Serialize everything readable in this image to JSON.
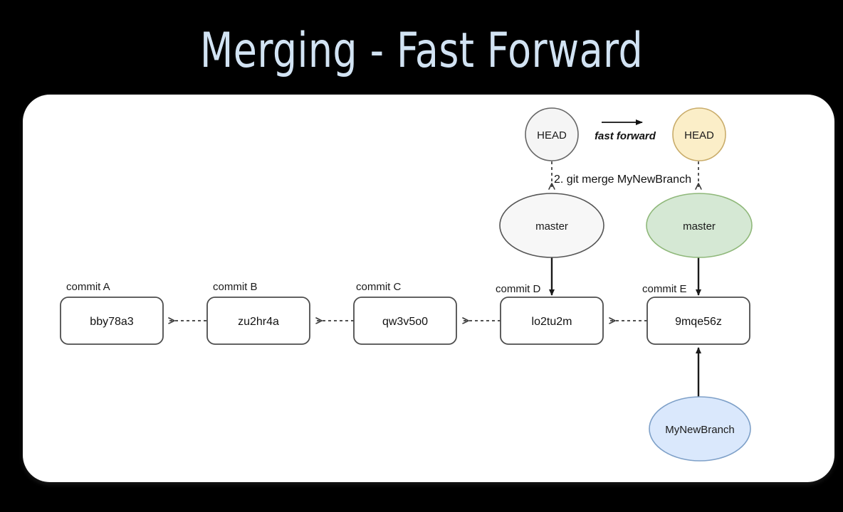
{
  "slide": {
    "title": "Merging - Fast Forward",
    "title_color": "#d2e3f3",
    "background_color": "#000000",
    "card_color": "#ffffff"
  },
  "diagram": {
    "type": "git-branch-graph",
    "commits": [
      {
        "caption": "commit A",
        "hash": "bby78a3"
      },
      {
        "caption": "commit B",
        "hash": "zu2hr4a"
      },
      {
        "caption": "commit C",
        "hash": "qw3v5o0"
      },
      {
        "caption": "commit D",
        "hash": "lo2tu2m"
      },
      {
        "caption": "commit E",
        "hash": "9mqe56z"
      }
    ],
    "pointers": {
      "head_before": "HEAD",
      "head_after": "HEAD",
      "master_before": "master",
      "master_after": "master",
      "branch": "MyNewBranch"
    },
    "annotations": {
      "fast_forward": "fast forward",
      "merge_command": "2. git merge MyNewBranch"
    },
    "colors": {
      "head_before_fill": "#f5f5f5",
      "head_before_stroke": "#666666",
      "head_after_fill": "#fbeec8",
      "head_after_stroke": "#c9ac6a",
      "master_before_fill": "#f7f7f7",
      "master_before_stroke": "#555555",
      "master_after_fill": "#d5e8d4",
      "master_after_stroke": "#8fb87a",
      "branch_fill": "#dae8fc",
      "branch_stroke": "#7ea0c8",
      "commit_fill": "#ffffff",
      "commit_stroke": "#4d4d4d",
      "arrow_color": "#1a1a1a"
    }
  }
}
